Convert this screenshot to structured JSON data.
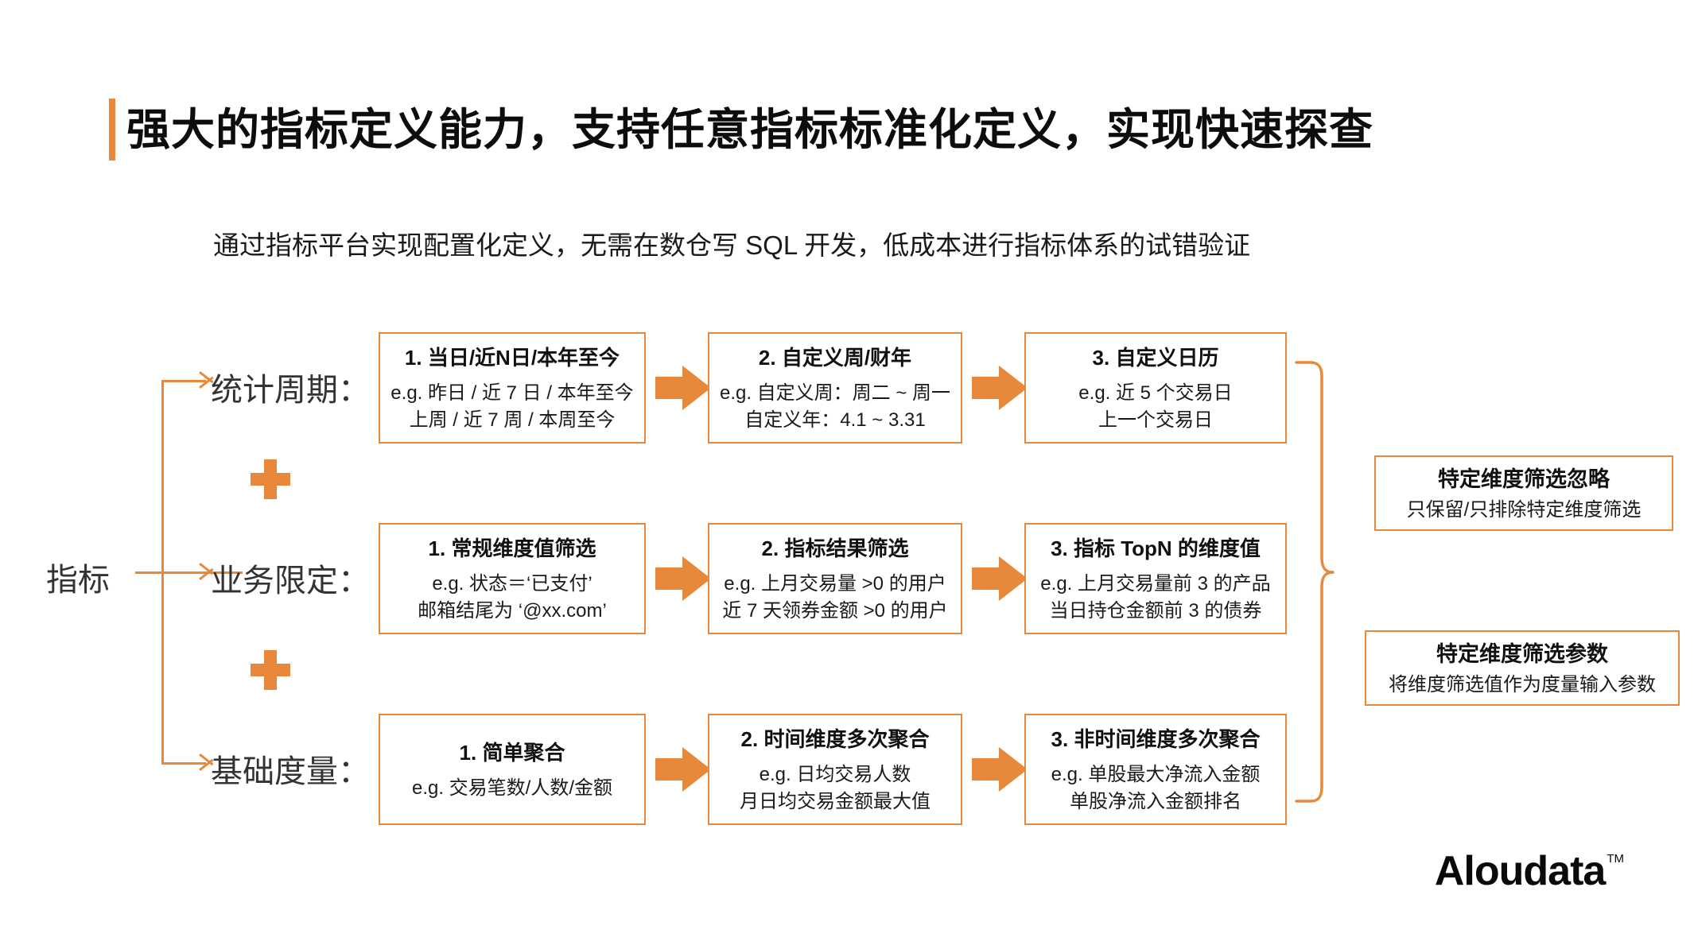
{
  "slide": {
    "title": "强大的指标定义能力，支持任意指标标准化定义，实现快速探查",
    "subtitle": "通过指标平台实现配置化定义，无需在数仓写 SQL 开发，低成本进行指标体系的试错验证",
    "accent_color": "#E8883A",
    "text_color": "#1a1a1a"
  },
  "diagram": {
    "root_label": "指标",
    "plus_symbol": "+",
    "rows": [
      {
        "label": "统计周期：",
        "cards": [
          {
            "title": "1. 当日/近N日/本年至今",
            "lines": [
              "e.g. 昨日 / 近 7 日 / 本年至今",
              "上周 / 近 7 周 / 本周至今"
            ]
          },
          {
            "title": "2. 自定义周/财年",
            "lines": [
              "e.g. 自定义周：周二 ~ 周一",
              "自定义年：4.1 ~ 3.31"
            ]
          },
          {
            "title": "3. 自定义日历",
            "lines": [
              "e.g. 近 5 个交易日",
              "上一个交易日"
            ]
          }
        ]
      },
      {
        "label": "业务限定：",
        "cards": [
          {
            "title": "1. 常规维度值筛选",
            "lines": [
              "e.g. 状态＝‘已支付’",
              "邮箱结尾为 ‘@xx.com’"
            ]
          },
          {
            "title": "2. 指标结果筛选",
            "lines": [
              "e.g. 上月交易量 >0 的用户",
              "近 7 天领券金额 >0 的用户"
            ]
          },
          {
            "title": "3. 指标 TopN 的维度值",
            "lines": [
              "e.g. 上月交易量前 3 的产品",
              "当日持仓金额前 3 的债券"
            ]
          }
        ]
      },
      {
        "label": "基础度量：",
        "cards": [
          {
            "title": "1. 简单聚合",
            "lines": [
              "e.g. 交易笔数/人数/金额"
            ]
          },
          {
            "title": "2. 时间维度多次聚合",
            "lines": [
              "e.g. 日均交易人数",
              "月日均交易金额最大值"
            ]
          },
          {
            "title": "3. 非时间维度多次聚合",
            "lines": [
              "e.g. 单股最大净流入金额",
              "单股净流入金额排名"
            ]
          }
        ]
      }
    ],
    "side_cards": [
      {
        "title": "特定维度筛选忽略",
        "subtitle": "只保留/只排除特定维度筛选"
      },
      {
        "title": "特定维度筛选参数",
        "subtitle": "将维度筛选值作为度量输入参数"
      }
    ]
  },
  "branding": {
    "logo_text": "Aloudata",
    "trademark": "TM"
  }
}
